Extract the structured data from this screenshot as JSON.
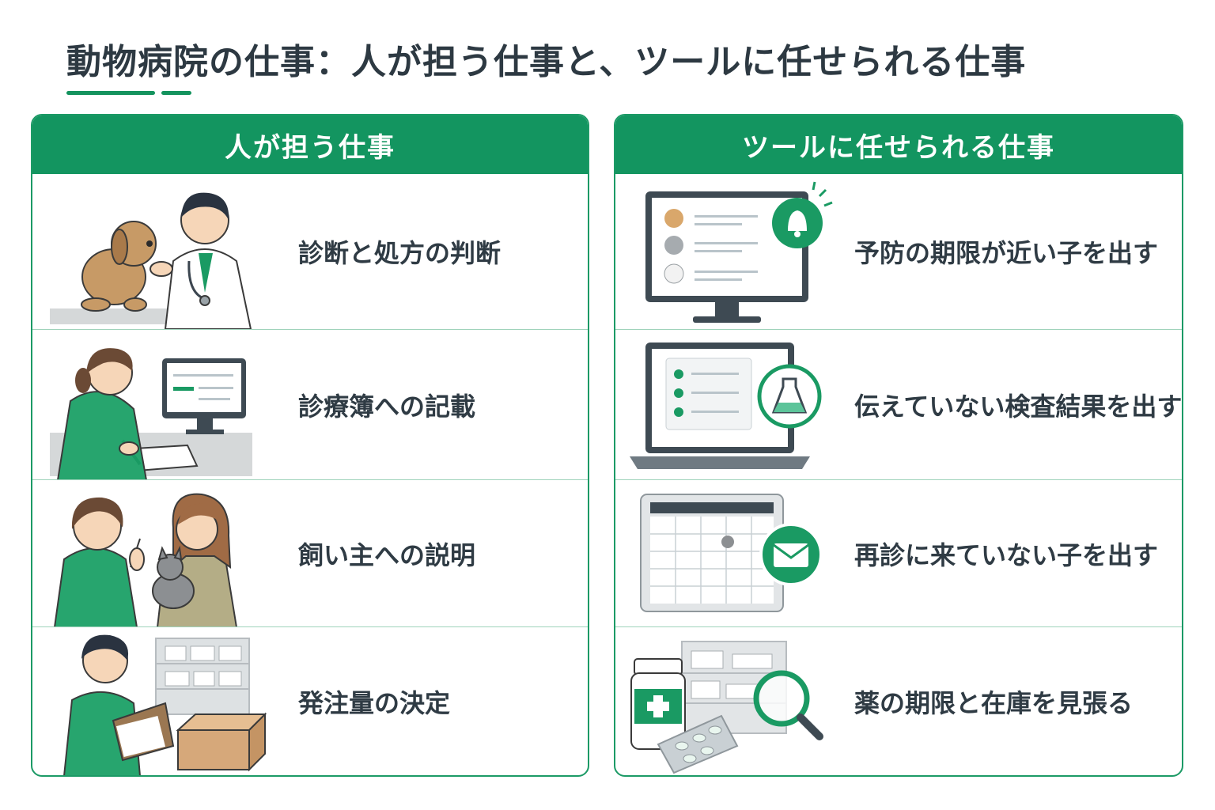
{
  "title": "動物病院の仕事：人が担う仕事と、ツールに任せられる仕事",
  "colors": {
    "accent": "#139560",
    "text": "#2f3b44",
    "divider": "#9fd3bb"
  },
  "left_panel": {
    "heading": "人が担う仕事",
    "items": [
      {
        "label": "診断と処方の判断",
        "icon": "vet-examining-dog-icon"
      },
      {
        "label": "診療簿への記載",
        "icon": "nurse-writing-record-icon"
      },
      {
        "label": "飼い主への説明",
        "icon": "staff-explaining-to-owner-icon"
      },
      {
        "label": "発注量の決定",
        "icon": "staff-checking-inventory-icon"
      }
    ]
  },
  "right_panel": {
    "heading": "ツールに任せられる仕事",
    "items": [
      {
        "label": "予防の期限が近い子を出す",
        "icon": "monitor-bell-icon"
      },
      {
        "label": "伝えていない検査結果を出す",
        "icon": "laptop-flask-icon"
      },
      {
        "label": "再診に来ていない子を出す",
        "icon": "calendar-mail-icon"
      },
      {
        "label": "薬の期限と在庫を見張る",
        "icon": "medicine-magnifier-icon"
      }
    ]
  }
}
